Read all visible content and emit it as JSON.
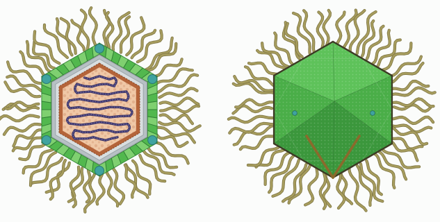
{
  "figure": {
    "panels": [
      {
        "view": "cross-section",
        "layers": [
          "fibers",
          "capsomer-ring",
          "outer-membrane",
          "inner-membrane",
          "core",
          "genome"
        ]
      },
      {
        "view": "surface",
        "layers": [
          "fibers",
          "icosahedral-capsid",
          "vertex-spikes"
        ]
      }
    ]
  },
  "colors": {
    "background": "#fbfcfb",
    "fiber": "#a79d5e",
    "fiber_dark": "#7f7644",
    "capsomer": "#52b84e",
    "capsomer_edge": "#2f7f33",
    "capsomer_light": "#7fd070",
    "vertex": "#3fa3a0",
    "membrane_outer": "#b7c0c4",
    "membrane_inner": "#d8dee0",
    "core_ring": "#b4643a",
    "core_fill": "#f0c8a6",
    "core_dot": "#d69c78",
    "genome": "#3a3466",
    "capsid_face_light": "#5ec25a",
    "capsid_face_mid": "#4aae48",
    "capsid_face_dark": "#3b973c",
    "capsid_edge": "#2a6e2c",
    "spike": "#8a6a2c"
  }
}
